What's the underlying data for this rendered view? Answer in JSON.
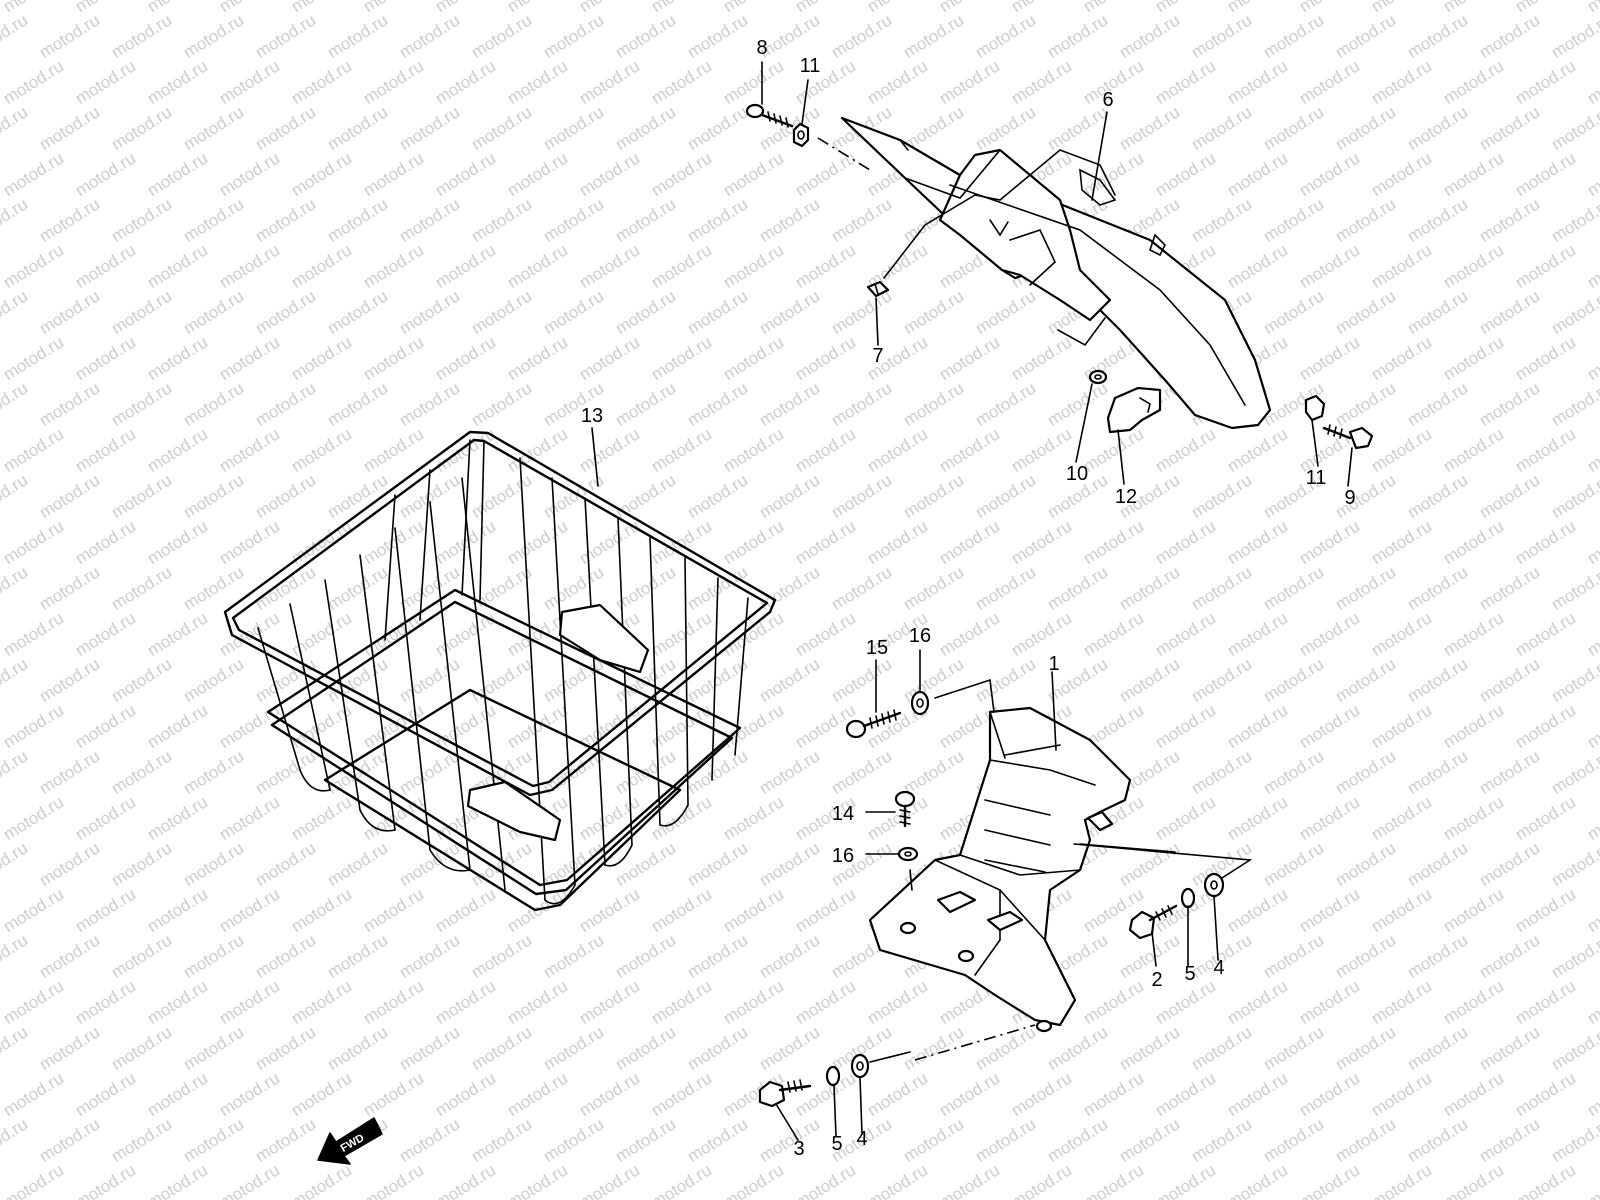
{
  "watermark": "motod.ru",
  "fwd_label": "FWD",
  "callouts": [
    "1",
    "2",
    "3",
    "4",
    "4",
    "5",
    "5",
    "6",
    "7",
    "8",
    "9",
    "10",
    "11",
    "11",
    "12",
    "13",
    "14",
    "15",
    "16",
    "16"
  ]
}
